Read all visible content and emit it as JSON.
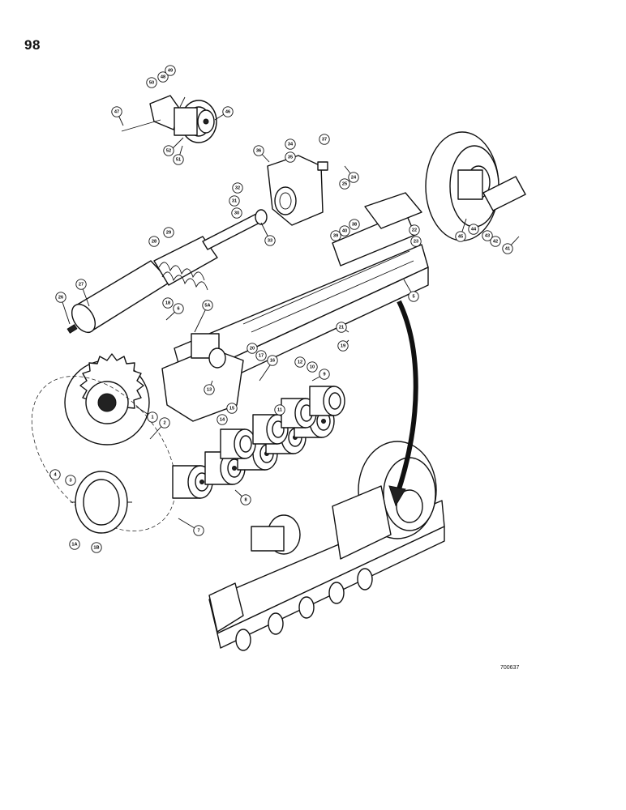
{
  "page_number": "98",
  "figure_code": "700637",
  "callouts": [
    "1",
    "1A",
    "1B",
    "2",
    "3",
    "4",
    "5",
    "5A",
    "6",
    "7",
    "8",
    "9",
    "10",
    "11",
    "12",
    "13",
    "14",
    "15",
    "16",
    "17",
    "18",
    "19",
    "20",
    "21",
    "22",
    "23",
    "24",
    "25",
    "26",
    "27",
    "28",
    "29",
    "30",
    "31",
    "32",
    "33",
    "34",
    "35",
    "36",
    "37",
    "38",
    "39",
    "40",
    "41",
    "42",
    "43",
    "44",
    "45",
    "46",
    "47",
    "48",
    "49",
    "50",
    "51",
    "52"
  ]
}
